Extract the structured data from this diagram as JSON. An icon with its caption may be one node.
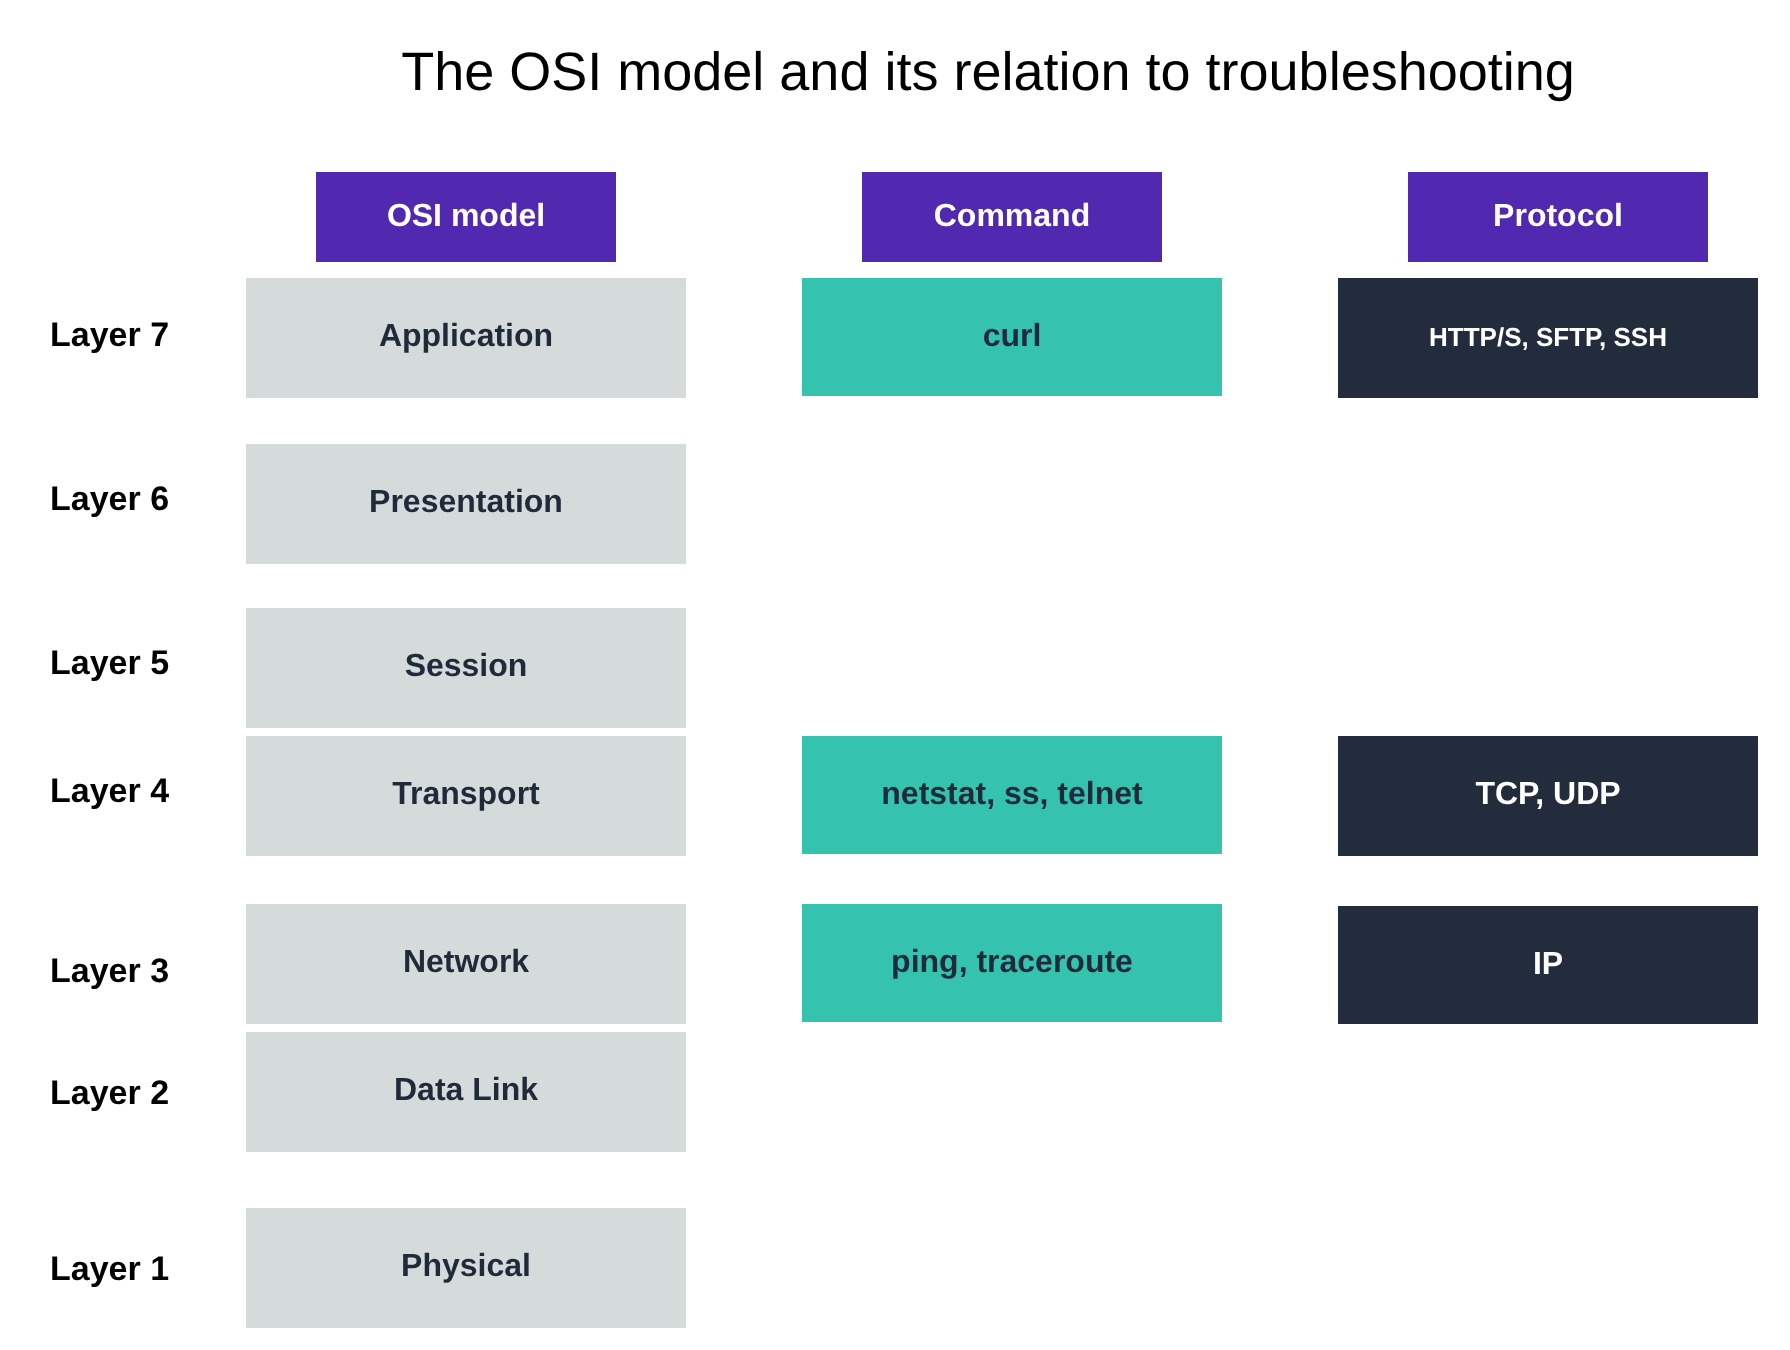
{
  "diagram": {
    "title": "The OSI model and its relation to troubleshooting",
    "nodes": [
      {
        "text": [
          "OSI model"
        ]
      },
      {
        "text": [
          "Command"
        ]
      },
      {
        "text": [
          "Protocol"
        ]
      },
      {
        "text": [
          "Application"
        ]
      },
      {
        "text": [
          "curl"
        ]
      },
      {
        "text": [
          "HTTP/S, SFTP, SSH"
        ]
      },
      {
        "text": [
          "Presentation"
        ]
      },
      {
        "text": [
          "Session"
        ]
      },
      {
        "text": [
          "Transport"
        ]
      },
      {
        "text": [
          "netstat, ss, telnet"
        ]
      },
      {
        "text": [
          "TCP, UDP"
        ]
      },
      {
        "text": [
          "Network"
        ]
      },
      {
        "text": [
          "ping, traceroute"
        ]
      },
      {
        "text": [
          "IP"
        ]
      },
      {
        "text": [
          "Data Link"
        ]
      },
      {
        "text": [
          "Physical"
        ]
      }
    ],
    "labels": [
      "Layer 7",
      "Layer 6",
      "Layer 5",
      "Layer 4",
      "Layer 3",
      "Layer 2",
      "Layer 1"
    ]
  }
}
